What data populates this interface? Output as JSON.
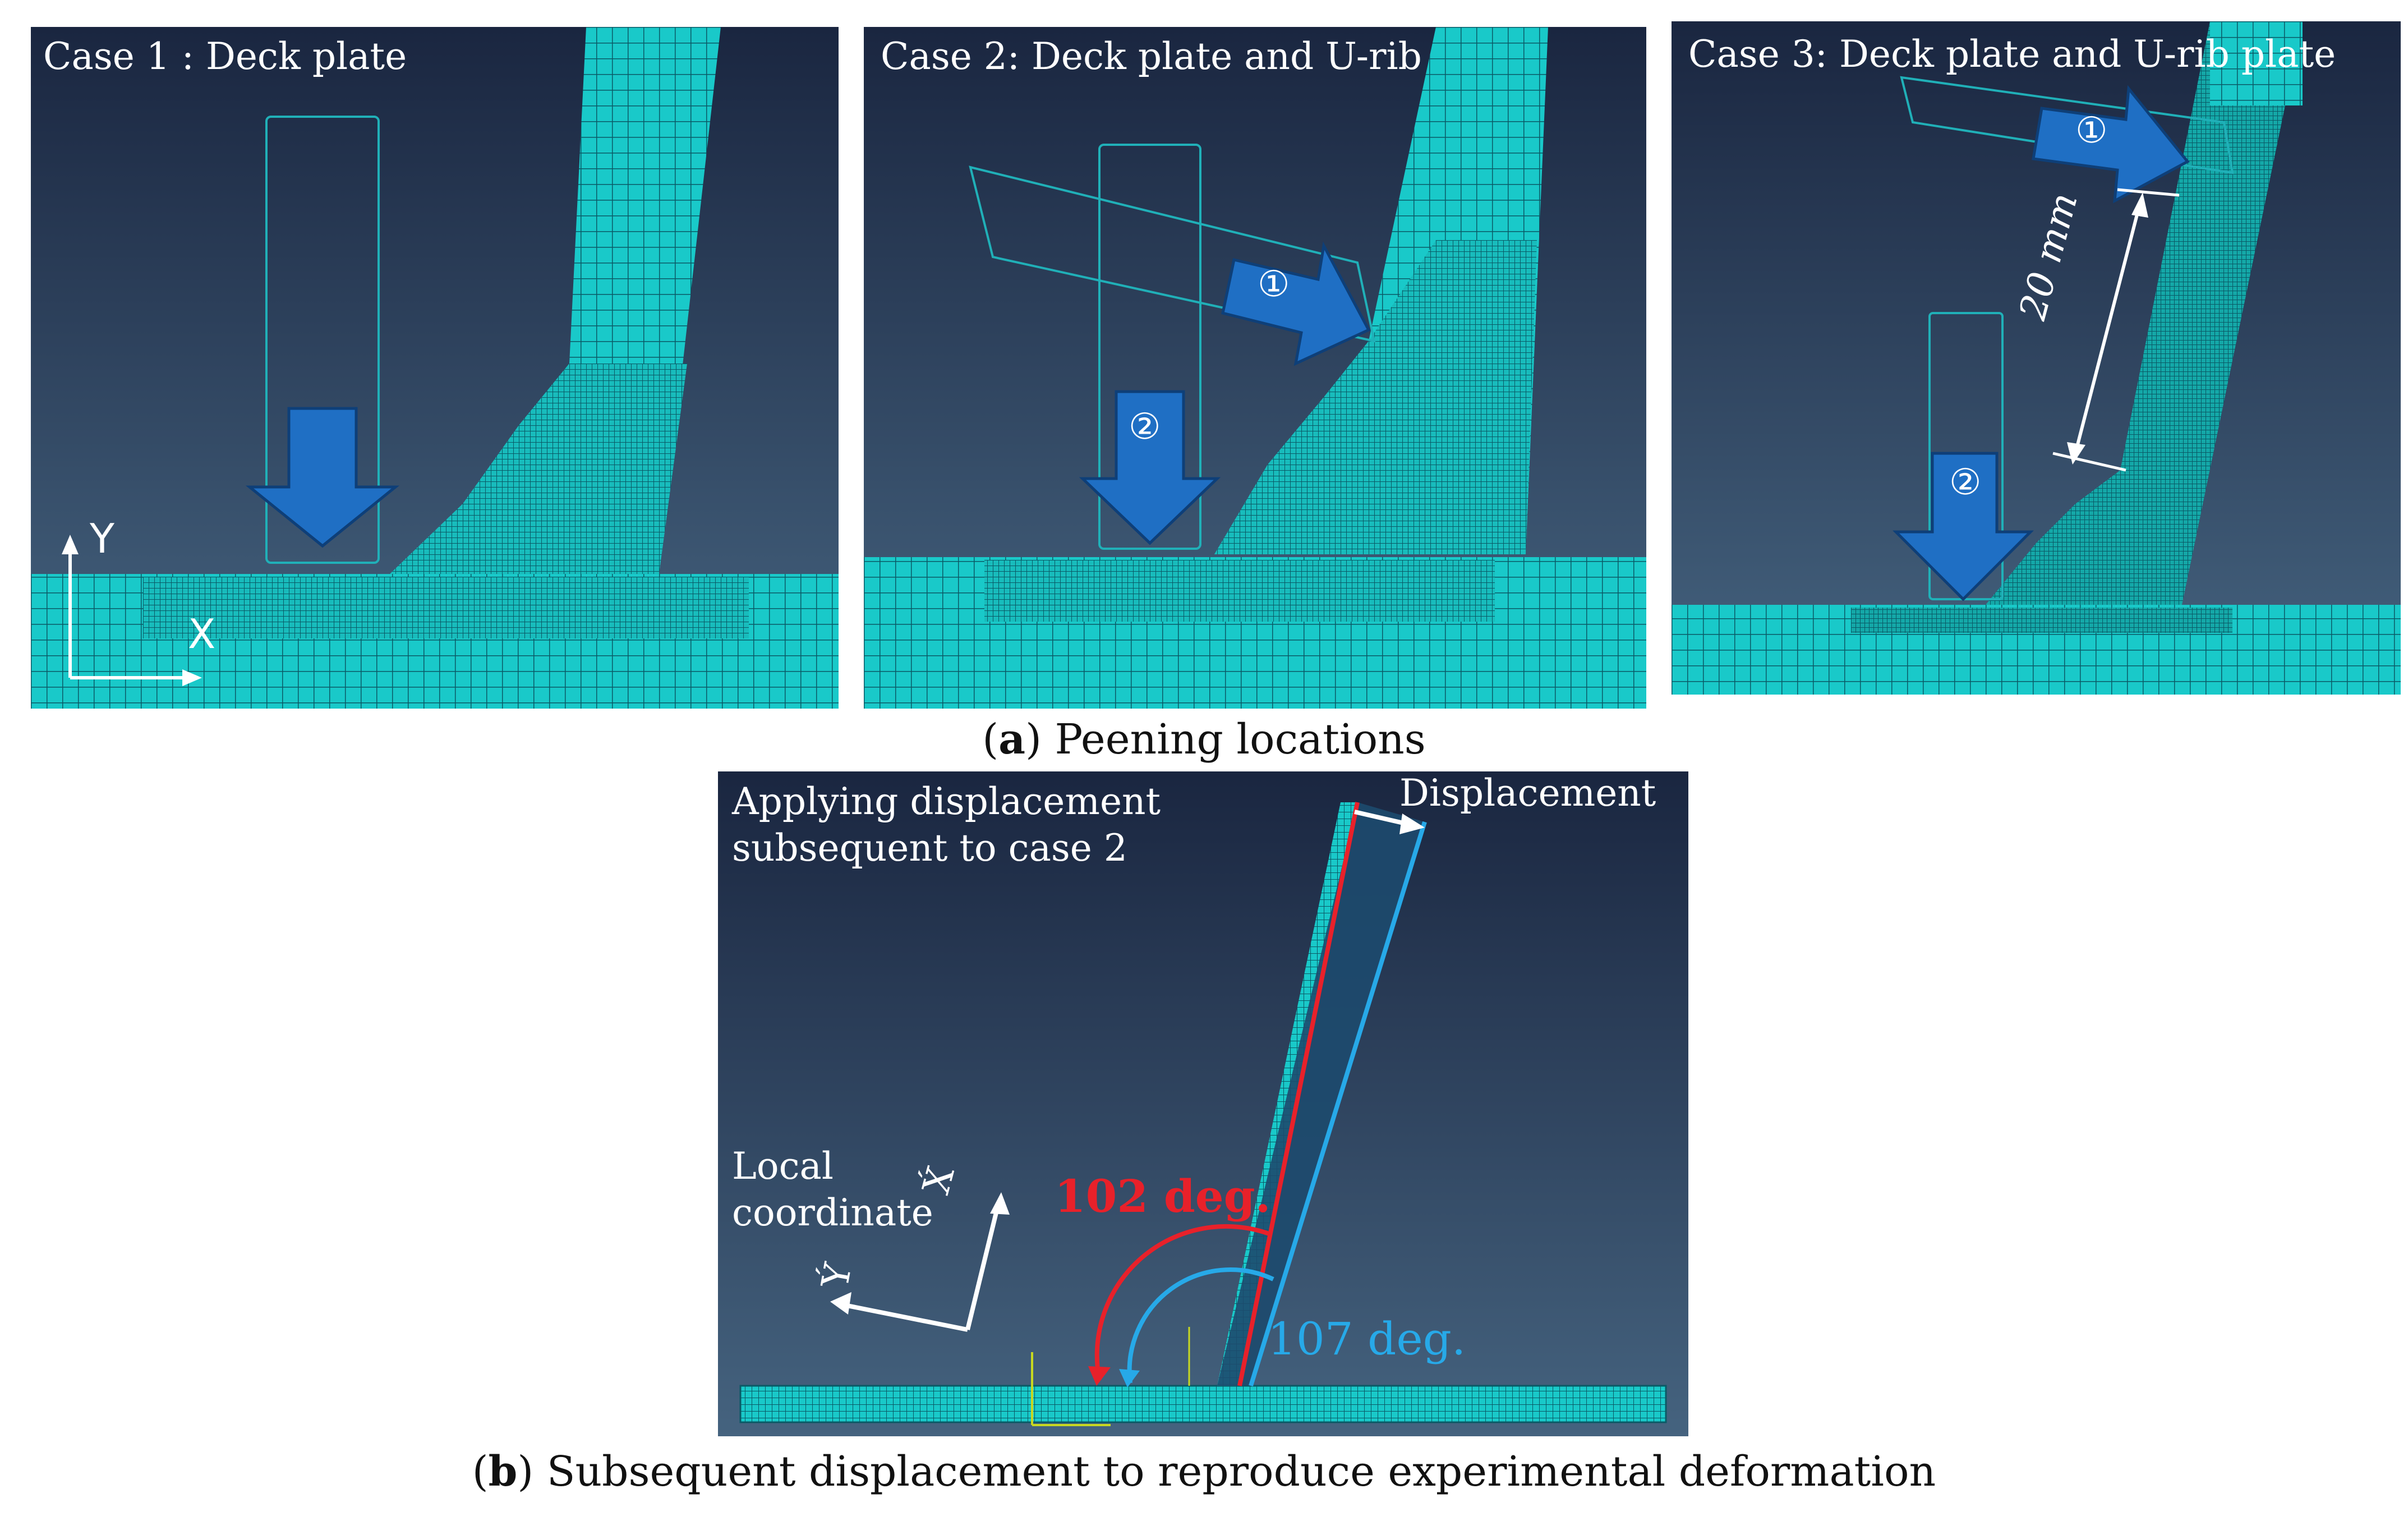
{
  "colors": {
    "panel_bg_top": "#1a2640",
    "panel_bg_bottom": "#3d5a78",
    "mesh": "#19c9c9",
    "mesh_line": "#0a5a66",
    "arrow_blue": "#1f6fc4",
    "angle_red": "#e8212a",
    "angle_blue": "#27a9e8"
  },
  "panel_a": {
    "case1": {
      "title": "Case 1 : Deck plate",
      "axis_y": "Y",
      "axis_x": "X"
    },
    "case2": {
      "title": "Case 2: Deck plate and U-rib",
      "marker1": "①",
      "marker2": "②"
    },
    "case3": {
      "title": "Case 3: Deck plate and U-rib plate",
      "marker1": "①",
      "marker2": "②",
      "dimension": "20 mm"
    },
    "caption_letter": "a",
    "caption_text": ") Peening locations"
  },
  "panel_b": {
    "title_line1": "Applying displacement",
    "title_line2": "subsequent to case 2",
    "displacement_label": "Displacement",
    "local_line1": "Local",
    "local_line2": "coordinate",
    "axis_x_local": "X́",
    "axis_y_local": "Ý",
    "angle_red": "102 deg.",
    "angle_blue": "107 deg.",
    "caption_letter": "b",
    "caption_text": ") Subsequent displacement to reproduce experimental deformation"
  }
}
